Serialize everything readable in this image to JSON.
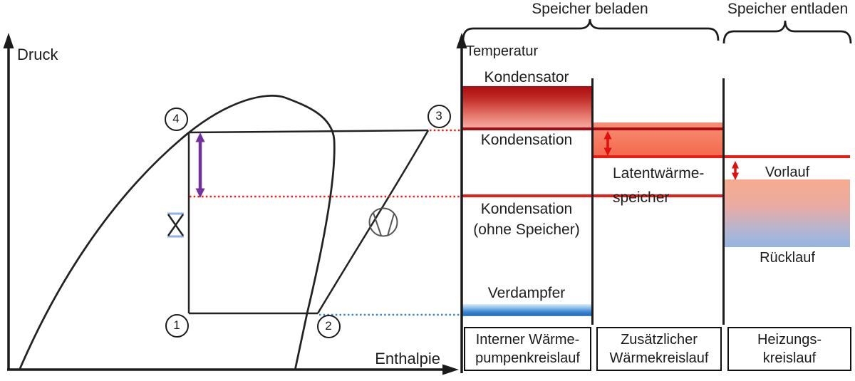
{
  "left_diagram": {
    "y_axis_label": "Druck",
    "x_axis_label": "Enthalpie",
    "state_points": [
      {
        "label": "1"
      },
      {
        "label": "2"
      },
      {
        "label": "3"
      },
      {
        "label": "4"
      }
    ]
  },
  "right_diagram": {
    "y_axis_label": "Temperatur",
    "phases": {
      "charge": "Speicher beladen",
      "discharge": "Speicher entladen"
    },
    "labels": {
      "kondensator": "Kondensator",
      "kondensation": "Kondensation",
      "kondensation_ohne_line1": "Kondensation",
      "kondensation_ohne_line2": "(ohne Speicher)",
      "latentspeicher_line1": "Latentwärme-",
      "latentspeicher_line2": "speicher",
      "verdampfer": "Verdampfer",
      "vorlauf": "Vorlauf",
      "ruecklauf": "Rücklauf"
    },
    "circuit_boxes": [
      {
        "line1": "Interner Wärme-",
        "line2": "pumpenkreislauf"
      },
      {
        "line1": "Zusätzlicher",
        "line2": "Wärmekreislauf"
      },
      {
        "line1": "Heizungs-",
        "line2": "kreislauf"
      }
    ]
  },
  "colors": {
    "condenser_gradient_top": "#ac0b10",
    "condenser_gradient_bottom": "#f7b0a7",
    "kondensation_level_line": "#a90c10",
    "red_level_line": "#ea1c14",
    "storage_bar_orange": "#f4694d",
    "evaporator_blue": "#2e7dca",
    "heating_gradient_top": "#f7ab8f",
    "heating_gradient_bottom": "#93b5e0",
    "expansion_arrow_purple": "#7030a0",
    "evaporation_dotted_blue": "#3f7fd4"
  }
}
